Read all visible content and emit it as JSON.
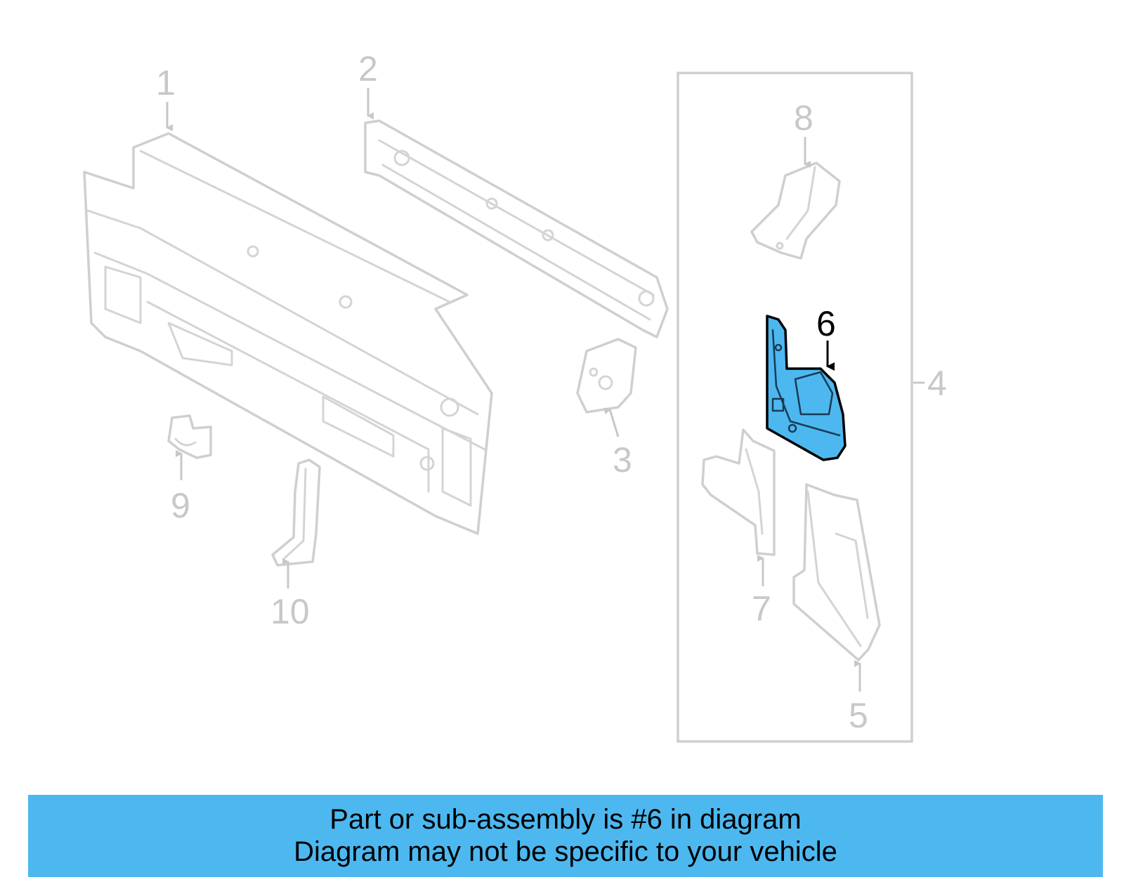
{
  "diagram": {
    "highlight_color": "#4db8f0",
    "line_color": "#cfcfcf",
    "callouts": {
      "c1": "1",
      "c2": "2",
      "c3": "3",
      "c4": "4",
      "c5": "5",
      "c6": "6",
      "c7": "7",
      "c8": "8",
      "c9": "9",
      "c10": "10"
    },
    "highlighted_part": "6"
  },
  "banner": {
    "line1": "Part or sub-assembly is #6 in diagram",
    "line2": "Diagram may not be specific to your vehicle",
    "background": "#4db8f0"
  }
}
